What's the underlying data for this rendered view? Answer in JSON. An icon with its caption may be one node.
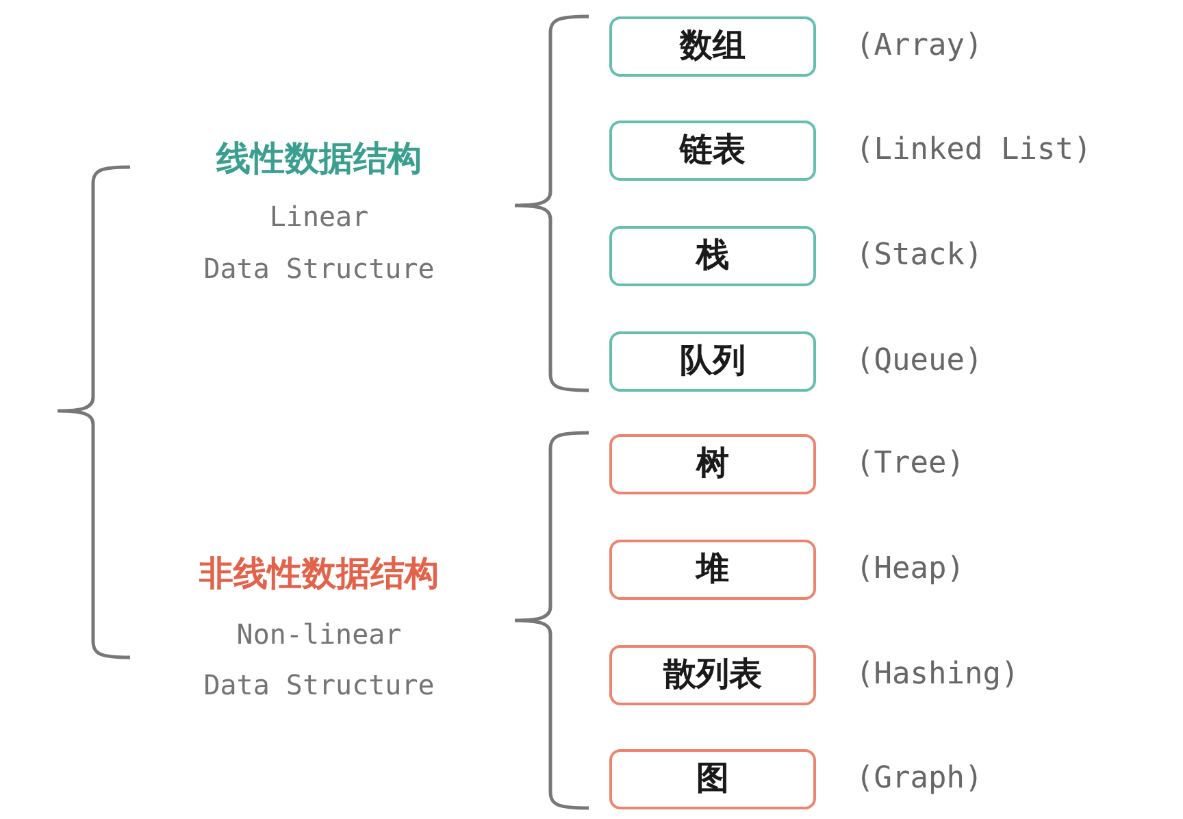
{
  "diagram": {
    "nodes": [
      {
        "text": [
          "数组"
        ],
        "beside": [
          "(Array)"
        ]
      },
      {
        "text": [
          "链表"
        ],
        "beside": [
          "(Linked List)"
        ]
      },
      {
        "text": [
          "栈"
        ],
        "beside": [
          "(Stack)"
        ]
      },
      {
        "text": [
          "队列"
        ],
        "beside": [
          "(Queue)"
        ]
      },
      {
        "text": [
          "树"
        ],
        "beside": [
          "(Tree)"
        ]
      },
      {
        "text": [
          "堆"
        ],
        "beside": [
          "(Heap)"
        ]
      },
      {
        "text": [
          "散列表"
        ],
        "beside": [
          "(Hashing)"
        ]
      },
      {
        "text": [
          "图"
        ],
        "beside": [
          "(Graph)"
        ]
      }
    ],
    "labels": [
      "线性数据结构",
      "Linear",
      "Data Structure",
      "非线性数据结构",
      "Non-linear",
      "Data Structure"
    ]
  }
}
